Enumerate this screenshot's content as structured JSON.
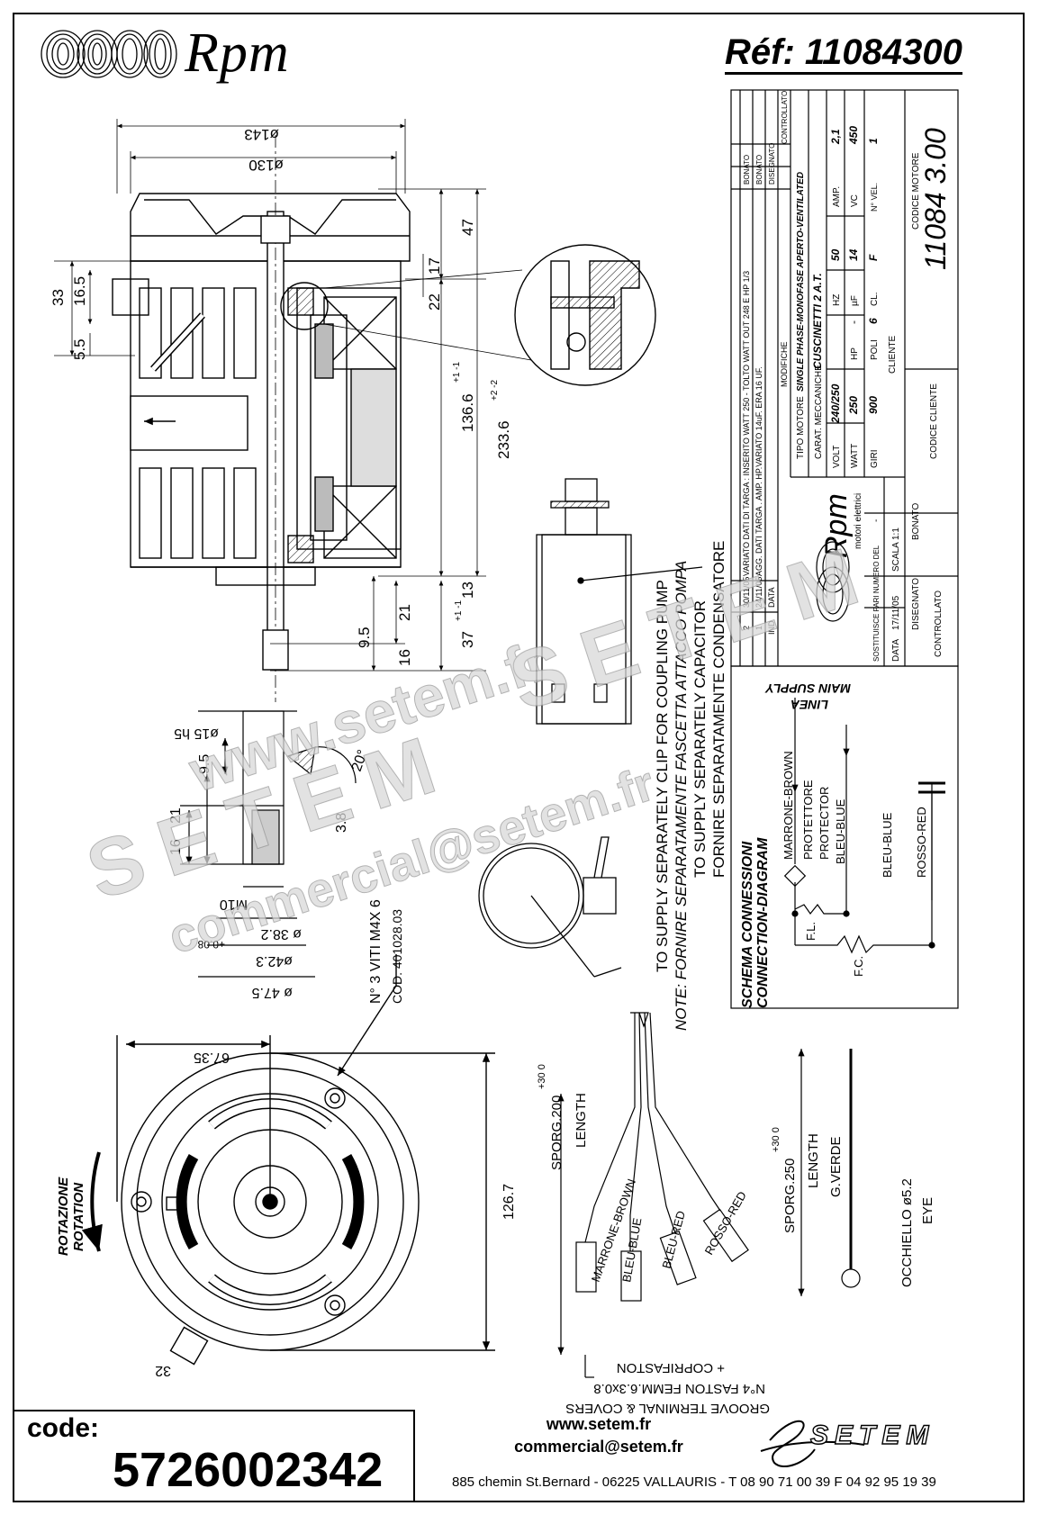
{
  "header": {
    "brand": "Rpm",
    "reference": "Réf:  11084300"
  },
  "dimensions": {
    "d143": "ø143",
    "d130": "ø130",
    "h47": "47",
    "h17": "17",
    "h22": "22",
    "h33": "33",
    "h16_5": "16.5",
    "h5_5": "5.5",
    "h136_6": "136.6",
    "h136_6_tol": "+1 -1",
    "h233_6": "233.6",
    "h233_6_tol": "+2 -2",
    "h13": "13",
    "h21": "21",
    "h9_5": "9.5",
    "h37": "37",
    "h37_tol": "+1 -1",
    "h16": "16",
    "shaft_d15": "ø15 h5",
    "shaft_9_5": "9.5",
    "shaft_21": "21",
    "shaft_16": "16",
    "shaft_angle": "20°",
    "shaft_3_8": "3.8",
    "shaft_m10": "M10",
    "d38_2": "ø 38.2",
    "d42_3": "ø42.3",
    "d42_3_tol": "+0.08",
    "d47_5": "ø 47.5",
    "screws": "N° 3 VITI M4X 6",
    "screw_code": "COD. 401028.03",
    "w67_35": "67.35",
    "h126_7": "126.7",
    "d32": "32"
  },
  "rotation": {
    "it": "ROTAZIONE",
    "en": "ROTATION"
  },
  "notes": {
    "line1": "TO SUPPLY SEPARATELY CLIP FOR COUPLING PUMP",
    "line2": "NOTE: FORNIRE SEPARATAMENTE FASCETTA ATTACCO POMPA",
    "line3": "TO SUPPLY SEPARATELY CAPACITOR",
    "line4": "FORNIRE SEPARATAMENTE CONDENSATORE"
  },
  "wires": {
    "sporg200": "SPORG.200",
    "sporg200_tol": "+30 0",
    "length1": "LENGTH",
    "w1": "MARRONE-BROWN",
    "w2": "BLEU-BLUE",
    "w3": "BLEU-RED",
    "w4": "ROSSO-RED",
    "faston1": "GROOVE TERMINAL & COVERS",
    "faston2": "N°4 FASTON FEMM.6.3x0.8",
    "faston3": "+ COPRIFASTON",
    "sporg250": "SPORG.250",
    "sporg250_tol": "+30 0",
    "length2": "LENGTH",
    "gverde": "G.VERDE",
    "occhiello": "OCCHIELLO ø5.2",
    "eye": "EYE"
  },
  "schema": {
    "title1": "SCHEMA CONNESSIONI",
    "title2": "CONNECTION-DIAGRAM",
    "main_supply": "MAIN SUPPLY",
    "linea": "LINEA",
    "marrone": "MARRONE-BROWN",
    "protettore": "PROTETTORE",
    "protector": "PROTECTOR",
    "bleu1": "BLEU-BLUE",
    "bleu2": "BLEU-BLUE",
    "rosso": "ROSSO-RED",
    "fl": "F.L.",
    "fc": "F.C."
  },
  "title_block": {
    "rev2_date": "30/11/05",
    "rev2_text": "VARIATO DATI DI TARGA : INSERITO WATT 250 - TOLTO WATT OUT 248 E HP 1/3",
    "rev1_date": "24/11/05",
    "rev1_text": "AGG. DATI TARGA . AMP. HP.VARIATO 14uF. ERA 16 UF.",
    "rev2_n": "2",
    "rev1_n": "1",
    "ind": "IND",
    "data_h": "DATA",
    "modifiche": "MODIFICHE",
    "bonato": "BONATO",
    "disegnato_h": "DISEGNATO",
    "controllato_h": "CONTROLLATO",
    "tipo_label": "TIPO MOTORE",
    "tipo_val": "SINGLE PHASE-MONOFASE  APERTO-VENTILATED",
    "carat_label": "CARAT. MECCANICHE",
    "carat_val": "CUSCINETTI  2 A.T.",
    "volt_label": "VOLT",
    "volt_val": "240/250",
    "hz_label": "HZ",
    "hz_val": "50",
    "amp_label": "AMP.",
    "amp_val": "2,1",
    "watt_label": "WATT",
    "watt_val": "250",
    "hp_label": "HP",
    "hp_val": "-",
    "uf_label": "µF",
    "uf_val": "14",
    "vc_label": "VC",
    "vc_val": "450",
    "giri_label": "GIRI",
    "giri_val": "900",
    "poli_label": "POLI",
    "poli_val": "6",
    "cl_label": "CL.",
    "cl_val": "F",
    "vel_label": "N° VEL.",
    "vel_val": "1",
    "cliente_label": "CLIENTE",
    "codice_cliente": "CODICE CLIENTE",
    "codice_motore": "CODICE MOTORE",
    "codice_motore_val": "11084 3.00",
    "logo": "Rpm",
    "logo_sub": "motori elettrici",
    "sostituisce": "SOSTITUISCE PARI NUMERO DEL",
    "sost_val": "-",
    "data_label": "DATA",
    "data_val": "17/11/05",
    "scala_label": "SCALA",
    "scala_val": "1:1",
    "disegnato": "DISEGNATO",
    "disegnato_val": "BONATO",
    "controllato": "CONTROLLATO"
  },
  "watermarks": {
    "w1": "www.setem.fr",
    "w2": "SETEM",
    "w3": "commercial@setem.fr",
    "w4": "SETEM"
  },
  "footer": {
    "code_label": "code:",
    "code_value": "5726002342",
    "website": "www.setem.fr",
    "email": "commercial@setem.fr",
    "address": "885 chemin St.Bernard  -  06225 VALLAURIS  -  T 08 90 71 00 39   F 04 92 95 19 39",
    "brand": "SETEM"
  }
}
